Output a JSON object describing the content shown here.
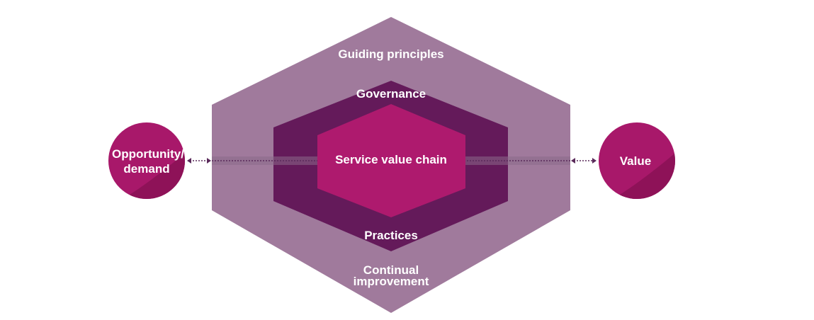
{
  "diagram": {
    "outer_label": "Guiding principles",
    "governance_label": "Governance",
    "center_label": "Service value chain",
    "practices_label": "Practices",
    "continual_line1": "Continual",
    "continual_line2": "improvement",
    "input_line1": "Opportunity/",
    "input_line2": "demand",
    "output_label": "Value"
  },
  "colors": {
    "outer_hexagon": "#a07a9c",
    "middle_hexagon": "#641a5a",
    "inner_hexagon": "#ae1a6e",
    "circle": "#a8186a",
    "circle_shade": "#8e1258",
    "connector": "#5a2a5a"
  }
}
